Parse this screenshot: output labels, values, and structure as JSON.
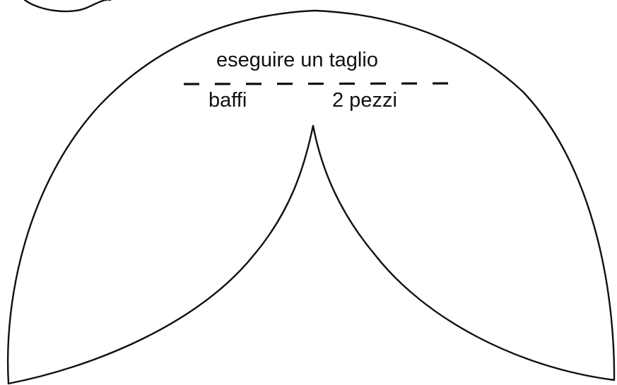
{
  "pattern": {
    "cut_instruction": "eseguire un taglio",
    "piece_name": "baffi",
    "quantity": "2 pezzi"
  },
  "colors": {
    "background": "#ffffff",
    "outline": "#111111"
  }
}
